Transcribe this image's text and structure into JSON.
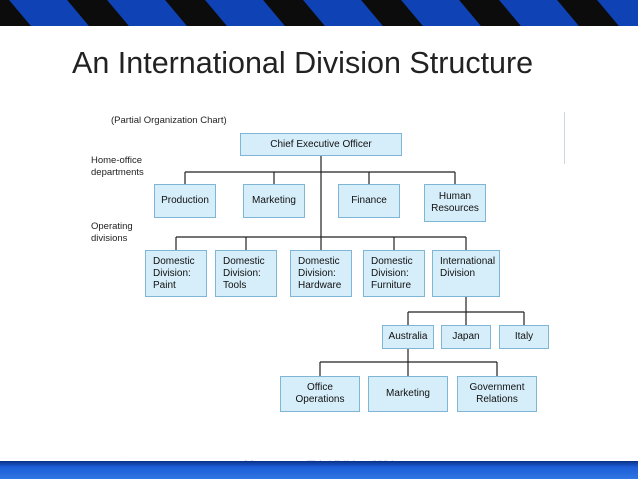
{
  "slide": {
    "title": "An International Division Structure",
    "footer": "Management, Third Edition, 2004"
  },
  "chart": {
    "subtitle": "(Partial Organization Chart)",
    "level_labels": {
      "home_office": "Home-office\ndepartments",
      "operating": "Operating\ndivisions"
    },
    "ceo": "Chief Executive Officer",
    "departments": [
      "Production",
      "Marketing",
      "Finance",
      "Human\nResources"
    ],
    "divisions": [
      "Domestic\nDivision:\nPaint",
      "Domestic\nDivision:\nTools",
      "Domestic\nDivision:\nHardware",
      "Domestic\nDivision:\nFurniture",
      "International\nDivision"
    ],
    "countries": [
      "Australia",
      "Japan",
      "Italy"
    ],
    "australia_units": [
      "Office\nOperations",
      "Marketing",
      "Government\nRelations"
    ]
  }
}
